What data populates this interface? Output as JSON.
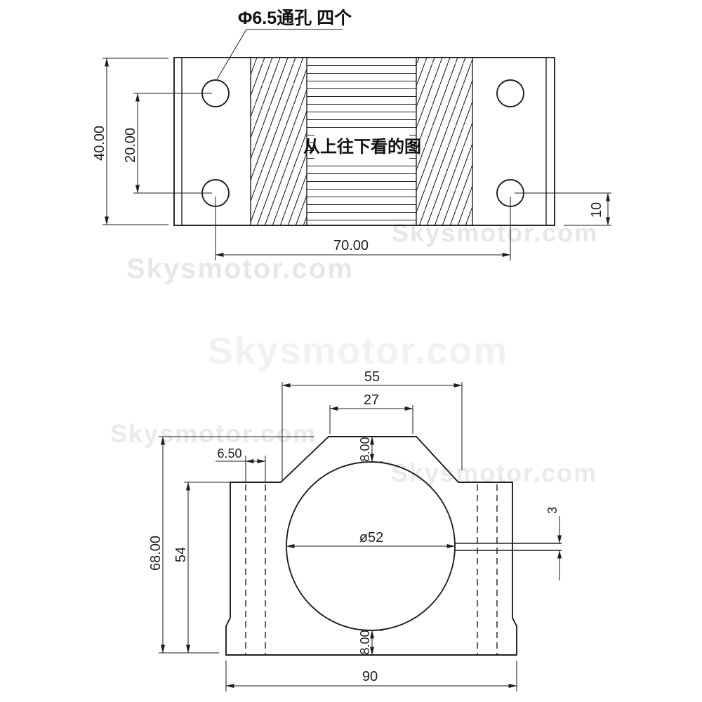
{
  "drawing": {
    "watermark_text": "Skysmotor.com",
    "colors": {
      "line": "#1f1f1f",
      "watermark": "#e7e7e7",
      "watermark_light": "#f1f1f1"
    },
    "top_view": {
      "callout_label": "Φ6.5通孔 四个",
      "view_label": "从上往下看的图",
      "dim_overall_height": "40.00",
      "dim_hole_spacing_vertical": "20.00",
      "dim_hole_spacing_horizontal": "70.00",
      "dim_hole_edge_offset": "10"
    },
    "front_view": {
      "dim_top_width": "55",
      "dim_top_flat": "27",
      "dim_top_boss_height": "8.00",
      "dim_hole_offset": "6.50",
      "dim_bore_diameter": "ø52",
      "dim_slot_width": "3",
      "dim_total_height": "68.00",
      "dim_side_height": "54",
      "dim_bottom_boss_height": "8.00",
      "dim_base_width": "90"
    }
  }
}
